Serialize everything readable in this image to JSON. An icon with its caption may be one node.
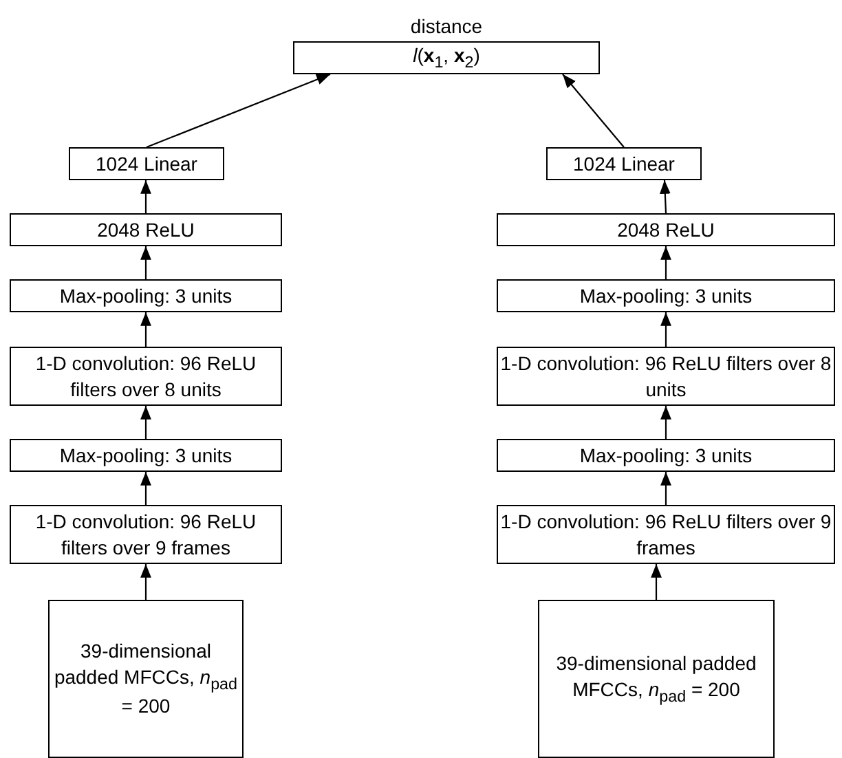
{
  "diagram": {
    "nodes": [
      {
        "text": [
          "distance",
          "*l*(**x**$_{1}$, **x**$_{2}$)"
        ]
      },
      {
        "text": [
          "1024 Linear"
        ]
      },
      {
        "text": [
          "2048 ReLU"
        ]
      },
      {
        "text": [
          "Max-pooling: 3 units"
        ]
      },
      {
        "text": [
          "1-D convolution: 96 ReLU filters over 8 units"
        ]
      },
      {
        "text": [
          "Max-pooling: 3 units"
        ]
      },
      {
        "text": [
          "1-D convolution: 96 ReLU filters over 9 frames"
        ]
      },
      {
        "text": [
          "39-dimensional padded MFCCs, *n*$_{pad}$ = 200"
        ]
      },
      {
        "text": [
          "1024 Linear"
        ]
      },
      {
        "text": [
          "2048 ReLU"
        ]
      },
      {
        "text": [
          "Max-pooling: 3 units"
        ]
      },
      {
        "text": [
          "1-D convolution: 96 ReLU filters over 8 units"
        ]
      },
      {
        "text": [
          "Max-pooling: 3 units"
        ]
      },
      {
        "text": [
          "1-D convolution: 96 ReLU filters over 9 frames"
        ]
      },
      {
        "text": [
          "39-dimensional padded MFCCs, *n*$_{pad}$ = 200"
        ]
      }
    ],
    "edges": [
      {
        "from": 7,
        "to": 6,
        "arrow": "to"
      },
      {
        "from": 6,
        "to": 5,
        "arrow": "to"
      },
      {
        "from": 5,
        "to": 4,
        "arrow": "to"
      },
      {
        "from": 4,
        "to": 3,
        "arrow": "to"
      },
      {
        "from": 3,
        "to": 2,
        "arrow": "to"
      },
      {
        "from": 2,
        "to": 1,
        "arrow": "to"
      },
      {
        "from": 1,
        "to": 0,
        "arrow": "to"
      },
      {
        "from": 14,
        "to": 13,
        "arrow": "to"
      },
      {
        "from": 13,
        "to": 12,
        "arrow": "to"
      },
      {
        "from": 12,
        "to": 11,
        "arrow": "to"
      },
      {
        "from": 11,
        "to": 10,
        "arrow": "to"
      },
      {
        "from": 10,
        "to": 9,
        "arrow": "to"
      },
      {
        "from": 9,
        "to": 8,
        "arrow": "to"
      },
      {
        "from": 8,
        "to": 0,
        "arrow": "to"
      }
    ]
  }
}
